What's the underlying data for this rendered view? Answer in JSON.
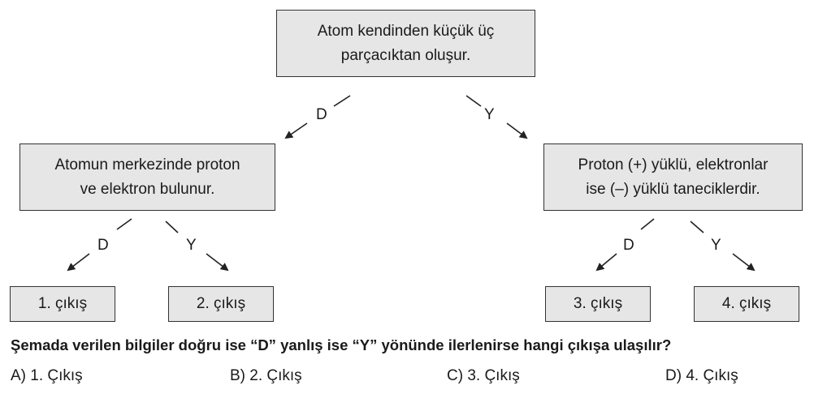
{
  "nodes": {
    "root": {
      "line1": "Atom kendinden küçük üç",
      "line2": "parçacıktan oluşur."
    },
    "left": {
      "line1": "Atomun merkezinde proton",
      "line2": "ve elektron bulunur."
    },
    "right": {
      "line1": "Proton (+) yüklü, elektronlar",
      "line2": "ise (–) yüklü taneciklerdir."
    },
    "exit1": "1. çıkış",
    "exit2": "2. çıkış",
    "exit3": "3. çıkış",
    "exit4": "4. çıkış"
  },
  "edge_labels": {
    "true": "D",
    "false": "Y"
  },
  "question": "Şemada verilen bilgiler doğru ise “D” yanlış ise “Y” yönünde ilerlenirse hangi çıkışa ulaşılır?",
  "options": [
    "A) 1. Çıkış",
    "B) 2. Çıkış",
    "C) 3. Çıkış",
    "D) 4. Çıkış"
  ],
  "colors": {
    "box_fill": "#e6e6e6",
    "stroke": "#333333"
  }
}
